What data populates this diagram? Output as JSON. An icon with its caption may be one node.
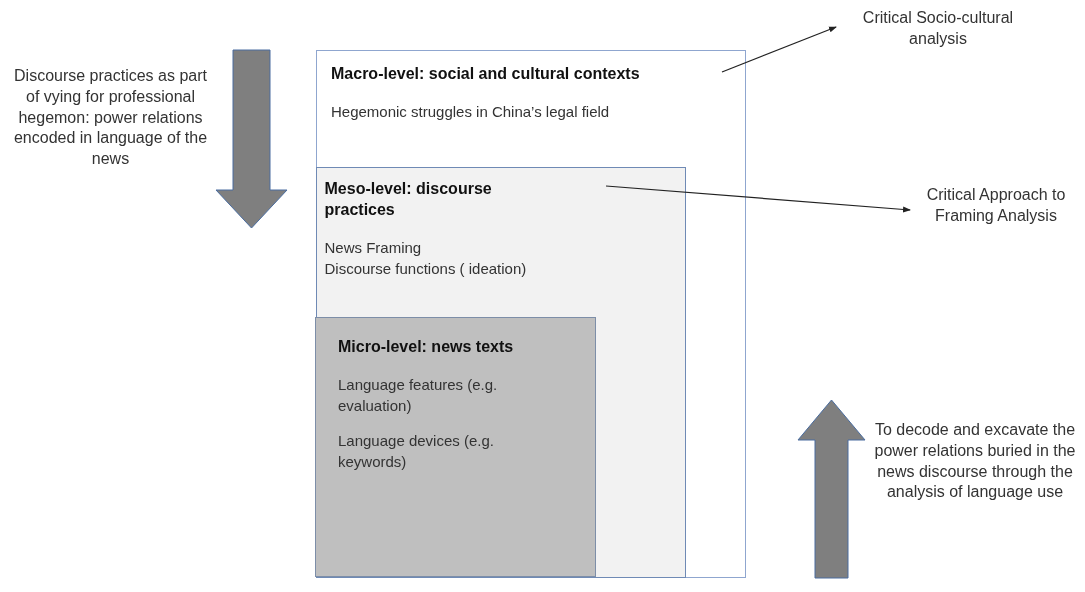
{
  "diagram": {
    "nodes": [
      {
        "text": [
          "Macro-level: social and cultural contexts",
          "Hegemonic struggles in China’s legal field"
        ]
      },
      {
        "text": [
          "Meso-level: discourse practices",
          "News Framing",
          "Discourse functions ( ideation)"
        ],
        "in": 0
      },
      {
        "text": [
          "Micro-level: news texts",
          "Language features (e.g. evaluation)",
          "Language devices (e.g. keywords)"
        ],
        "in": 1
      },
      {
        "text": [
          "Critical Socio-cultural analysis"
        ]
      },
      {
        "text": [
          "Critical Approach to Framing Analysis"
        ]
      }
    ],
    "edges": [
      {
        "from": 0,
        "to": 3,
        "arrow": "to"
      },
      {
        "from": 1,
        "to": 4,
        "arrow": "to"
      }
    ],
    "labels": [
      "Discourse practices as part of vying for professional hegemon: power relations encoded in language of the news",
      "To decode and excavate the power relations buried in the news discourse through the analysis of language use"
    ]
  }
}
